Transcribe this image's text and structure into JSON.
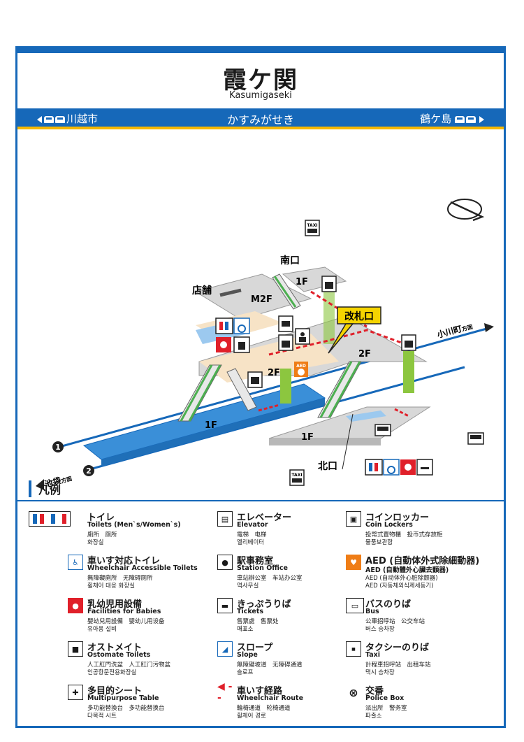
{
  "header": {
    "station_kanji": "霞ケ関",
    "station_romaji": "Kasumigaseki",
    "station_kana": "かすみがせき",
    "left_direction": "川越市",
    "right_direction": "鶴ケ島"
  },
  "map": {
    "labels": {
      "south_exit": "南口",
      "north_exit": "北口",
      "shop": "店舗",
      "m2f": "M2F",
      "f1_top": "1F",
      "f2_left": "2F",
      "f2_right": "2F",
      "f1_platform_left": "1F",
      "f1_platform_right": "1F",
      "ticket_gate": "改札口",
      "to_ogawamachi_main": "小川町",
      "to_ogawamachi_suffix": "方面",
      "to_ikebukuro_main": "池袋",
      "to_ikebukuro_suffix": "方面",
      "track1": "1",
      "track2": "2",
      "aed_text": "AED",
      "taxi_text": "TAXI"
    },
    "colors": {
      "brand_blue": "#1668b9",
      "yellow": "#f5b800",
      "elevator_green": "#8cc63f",
      "route_red": "#e0202a",
      "platform_blue": "#3a8fd8",
      "floor_gray": "#d8d8d8",
      "floor_beige": "#f7e3c6"
    }
  },
  "legend": {
    "title": "凡例",
    "items": [
      {
        "icon": "toilet-icon",
        "ja": "トイレ",
        "en": "Toilets (Men`s/Women`s)",
        "zh": "廁所　厕所",
        "ko": "화장실"
      },
      {
        "icon": "wheelchair-toilet-icon",
        "ja": "車いす対応トイレ",
        "en": "Wheelchair Accessible Toilets",
        "zh": "無障礙廁所　无障碍厕所",
        "ko": "휠체어 대응 화장실"
      },
      {
        "icon": "baby-facility-icon",
        "ja": "乳幼児用設備",
        "en": "Facilities for Babies",
        "zh": "嬰幼兒用設備　婴幼儿用设备",
        "ko": "유아용 설비"
      },
      {
        "icon": "ostomate-icon",
        "ja": "オストメイト",
        "en": "Ostomate Toilets",
        "zh": "人工肛門洗盆　人工肛门污物盆",
        "ko": "인공항문전용화장실"
      },
      {
        "icon": "multipurpose-table-icon",
        "ja": "多目的シート",
        "en": "Multipurpose Table",
        "zh": "多功能替換台　多功能替换台",
        "ko": "다목적 시트"
      },
      {
        "icon": "elevator-icon",
        "ja": "エレベーター",
        "en": "Elevator",
        "zh": "電梯　电梯",
        "ko": "엘리베이터"
      },
      {
        "icon": "station-office-icon",
        "ja": "駅事務室",
        "en": "Station Office",
        "zh": "車站辦公室　车站办公室",
        "ko": "역사무실"
      },
      {
        "icon": "tickets-icon",
        "ja": "きっぷうりば",
        "en": "Tickets",
        "zh": "售票處　售票处",
        "ko": "매표소"
      },
      {
        "icon": "slope-icon",
        "ja": "スロープ",
        "en": "Slope",
        "zh": "無障礙坡道　无障碍通道",
        "ko": "슬로프"
      },
      {
        "icon": "wheelchair-route-icon",
        "ja": "車いす経路",
        "en": "Wheelchair Route",
        "zh": "輪椅通道　轮椅通道",
        "ko": "휠체어 경로"
      },
      {
        "icon": "coin-locker-icon",
        "ja": "コインロッカー",
        "en": "Coin Lockers",
        "zh": "投幣式置物櫃　投币式存放柜",
        "ko": "물품보관함"
      },
      {
        "icon": "aed-icon",
        "ja": "AED (自動体外式除細動器)",
        "en": "AED (自動體外心臟去顫器)",
        "zh": "AED (自动体外心脏除颤器)",
        "ko": "AED (자동체외식제세동기)"
      },
      {
        "icon": "bus-icon",
        "ja": "バスのりば",
        "en": "Bus",
        "zh": "公車招呼站　公交车站",
        "ko": "버스 승차장"
      },
      {
        "icon": "taxi-icon",
        "ja": "タクシーのりば",
        "en": "Taxi",
        "zh": "計程車招呼站　出租车站",
        "ko": "택시 승차장"
      },
      {
        "icon": "police-box-icon",
        "ja": "交番",
        "en": "Police Box",
        "zh": "派出所　警务室",
        "ko": "파출소"
      }
    ]
  }
}
